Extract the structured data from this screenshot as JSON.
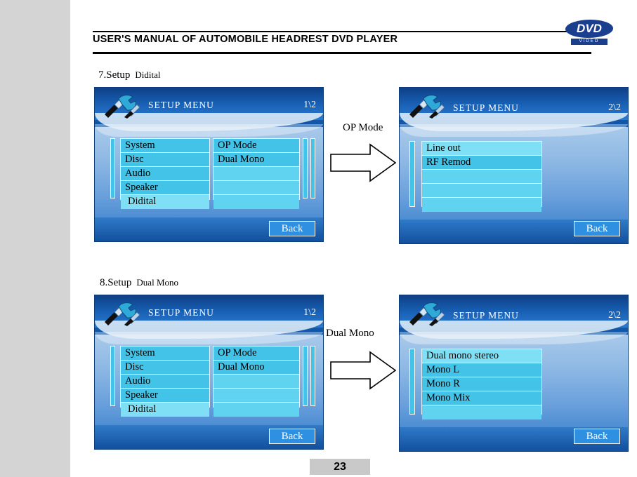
{
  "header": {
    "title": "USER'S MANUAL OF AUTOMOBILE HEADREST DVD PLAYER",
    "logo_main": "DVD",
    "logo_sub": "VIDEO"
  },
  "sections": [
    {
      "number": "7.Setup",
      "name": "Didital",
      "arrow_label": "OP Mode",
      "left_screen": {
        "title": "SETUP MENU",
        "page": "1\\2",
        "left_menu": [
          "System",
          "Disc",
          "Audio",
          "Speaker",
          "Didital"
        ],
        "right_menu": [
          "OP Mode",
          "Dual Mono",
          "",
          "",
          ""
        ],
        "back_label": "Back"
      },
      "right_screen": {
        "title": "SETUP MENU",
        "page": "2\\2",
        "items": [
          "Line out",
          "RF   Remod",
          "",
          "",
          ""
        ],
        "back_label": "Back"
      }
    },
    {
      "number": "8.Setup",
      "name": "Dual Mono",
      "arrow_label": "Dual Mono",
      "left_screen": {
        "title": "SETUP MENU",
        "page": "1\\2",
        "left_menu": [
          "System",
          "Disc",
          "Audio",
          "Speaker",
          "Didital"
        ],
        "right_menu": [
          "OP Mode",
          "Dual Mono",
          "",
          "",
          ""
        ],
        "back_label": "Back"
      },
      "right_screen": {
        "title": "SETUP MENU",
        "page": "2\\2",
        "items": [
          "Dual mono stereo",
          "Mono L",
          "Mono R",
          "Mono Mix",
          ""
        ],
        "back_label": "Back"
      }
    }
  ],
  "page_number": "23",
  "colors": {
    "screen_blue": "#1256a8",
    "menu_cyan": "#43c3e8",
    "highlight_cyan": "#7fe0f5",
    "logo_blue": "#1b3f8f",
    "margin_grey": "#d4d4d4"
  }
}
